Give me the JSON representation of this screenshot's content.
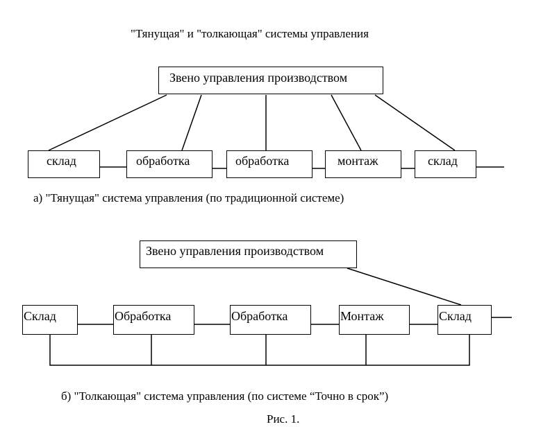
{
  "title": "\"Тянущая\" и \"толкающая\" системы управления",
  "diagram_a": {
    "control_label": "Звено управления производством",
    "nodes": [
      "склад",
      "обработка",
      "обработка",
      "монтаж",
      "склад"
    ],
    "caption": "а) \"Тянущая\" система управления (по традиционной системе)"
  },
  "diagram_b": {
    "control_label": "Звено управления производством",
    "nodes": [
      "Склад",
      "Обработка",
      "Обработка",
      "Монтаж",
      "Склад"
    ],
    "caption": "б) \"Толкающая\" система управления (по системе “Точно в срок”)"
  },
  "figure_label": "Рис. 1."
}
